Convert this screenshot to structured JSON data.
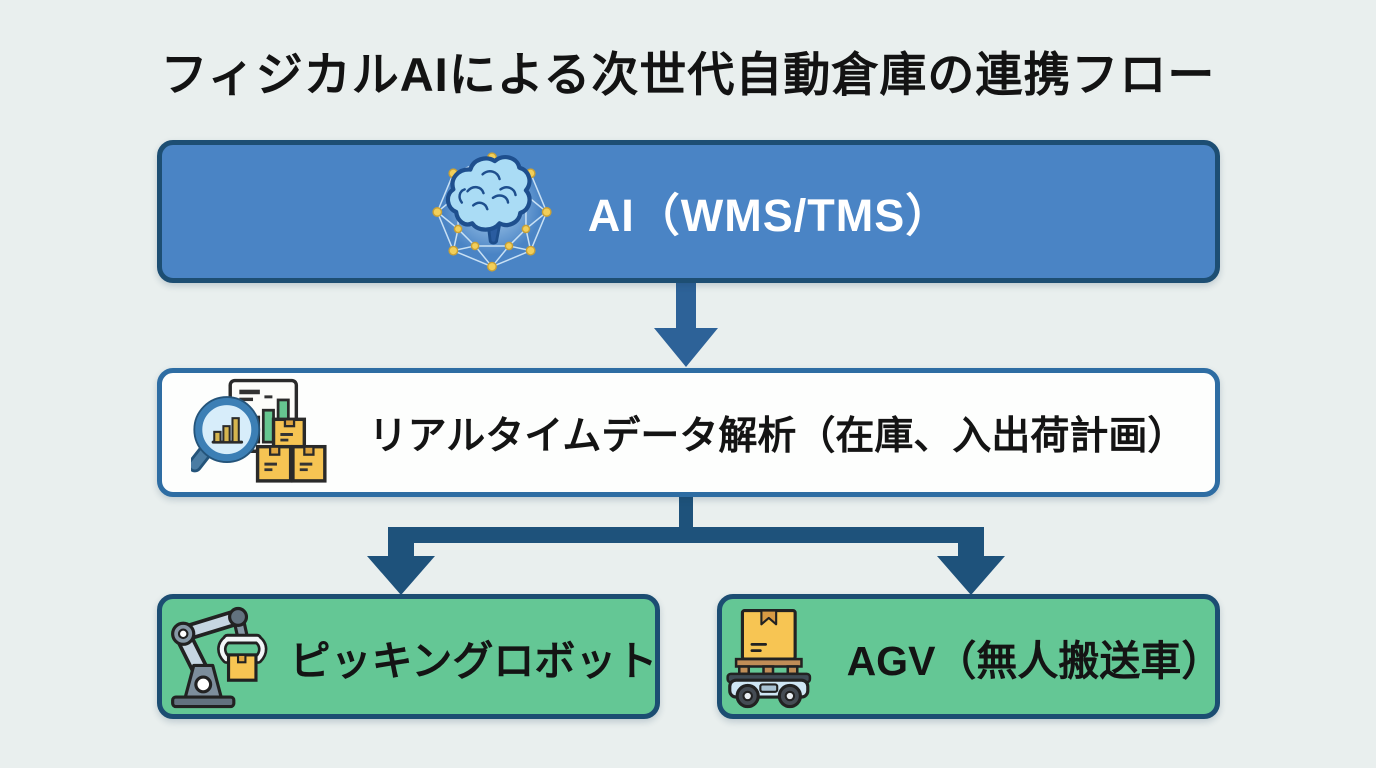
{
  "title": "フィジカルAIによる次世代自動倉庫の連携フロー",
  "colors": {
    "background": "#e9efee",
    "ai_box_fill": "#4a84c5",
    "ai_box_border": "#1d4e73",
    "analysis_box_fill": "#fdfefd",
    "analysis_box_border": "#2e6da3",
    "robot_box_fill": "#64c795",
    "robot_box_border": "#1c4d72",
    "arrow_top": "#2d6298",
    "arrow_branch": "#1e527b",
    "title_text": "#131313",
    "ai_label_text": "#ffffff",
    "dark_label_text": "#141414"
  },
  "flow": {
    "nodes": [
      {
        "id": "ai",
        "label": "AI（WMS/TMS）",
        "icon": "brain-network-icon",
        "variant": "blue"
      },
      {
        "id": "analysis",
        "label": "リアルタイムデータ解析（在庫、入出荷計画）",
        "icon": "magnifier-chart-boxes-icon",
        "variant": "white"
      },
      {
        "id": "picking",
        "label": "ピッキングロボット",
        "icon": "robot-arm-icon",
        "variant": "green"
      },
      {
        "id": "agv",
        "label": "AGV（無人搬送車）",
        "icon": "agv-cart-icon",
        "variant": "green"
      }
    ],
    "edges": [
      {
        "from": "ai",
        "to": "analysis"
      },
      {
        "from": "analysis",
        "to": "picking"
      },
      {
        "from": "analysis",
        "to": "agv"
      }
    ]
  }
}
